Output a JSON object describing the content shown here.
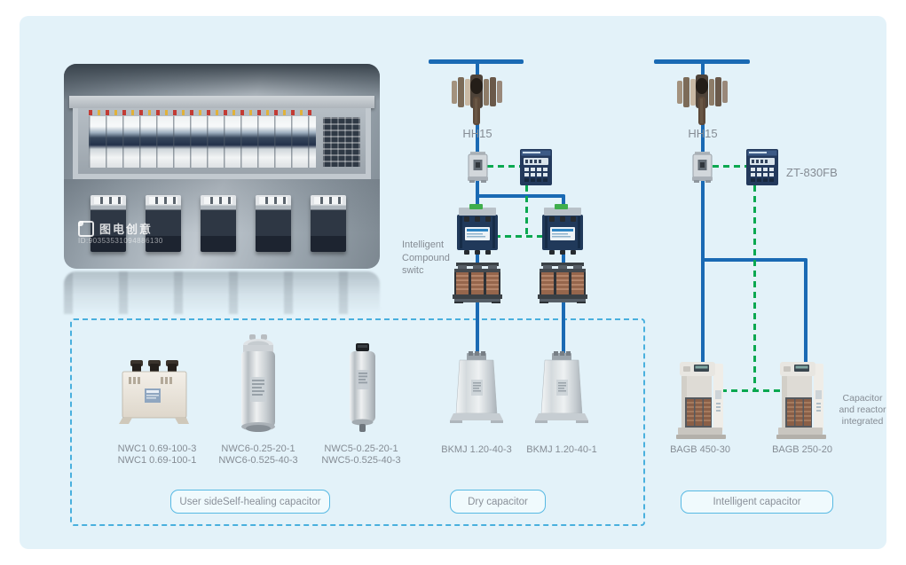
{
  "photo": {
    "watermark": {
      "brand": "图电创意",
      "id": "ID:90353531094886130"
    }
  },
  "mid_branch": {
    "switch_label": "HH15",
    "compound_switch": {
      "line1": "Intelligent",
      "line2": "Compound",
      "line3": "switc"
    },
    "capacitors": [
      "BKMJ 1.20-40-3",
      "BKMJ 1.20-40-1"
    ],
    "group_label": "Dry capacitor"
  },
  "right_branch": {
    "switch_label": "HH15",
    "controller_label": "ZT-830FB",
    "capacitors": [
      "BAGB 450-30",
      "BAGB 250-20"
    ],
    "note": {
      "line1": "Capacitor",
      "line2": "and reactor",
      "line3": "integrated"
    },
    "group_label": "Intelligent capacitor"
  },
  "user_side": {
    "products": [
      {
        "line1": "NWC1 0.69-100-3",
        "line2": "NWC1 0.69-100-1"
      },
      {
        "line1": "NWC6-0.25-20-1",
        "line2": "NWC6-0.525-40-3"
      },
      {
        "line1": "NWC5-0.25-20-1",
        "line2": "NWC5-0.525-40-3"
      }
    ],
    "group_label": "User sideSelf-healing capacitor"
  },
  "colors": {
    "bus_blue": "#1a6ab4",
    "signal_green": "#0aa850",
    "box_dash_blue": "#49b0de",
    "pill_border": "#57b9e3",
    "panel_bg": "#e3f2f9"
  }
}
